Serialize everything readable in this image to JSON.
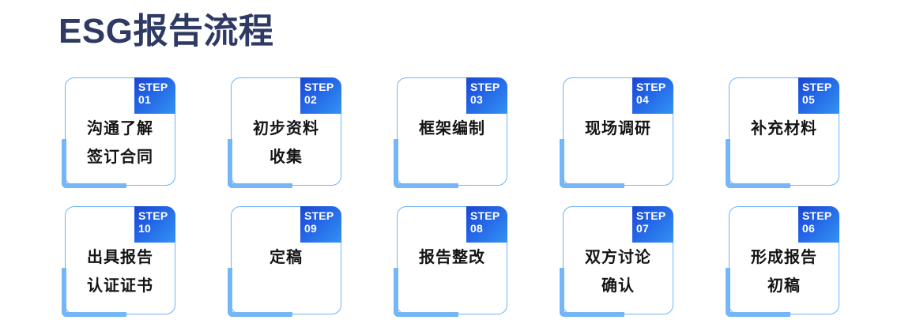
{
  "header": {
    "title": "ESG报告流程",
    "title_color": "#2e3a63"
  },
  "theme": {
    "badge_gradient_start": "#1a47cf",
    "badge_gradient_end": "#3393f3",
    "card_border": "#6fb3f5",
    "card_accent": "#74b6f7",
    "card_background": "#ffffff",
    "label_color": "#141414",
    "page_background": "#ffffff"
  },
  "flow": {
    "badge_word": "STEP",
    "rows": [
      {
        "row_name": "top-row",
        "cards": [
          {
            "step": "01",
            "lines": [
              "沟通了解",
              "签订合同"
            ]
          },
          {
            "step": "02",
            "lines": [
              "初步资料",
              "收集"
            ]
          },
          {
            "step": "03",
            "lines": [
              "框架编制"
            ]
          },
          {
            "step": "04",
            "lines": [
              "现场调研"
            ]
          },
          {
            "step": "05",
            "lines": [
              "补充材料"
            ]
          }
        ]
      },
      {
        "row_name": "bottom-row",
        "cards": [
          {
            "step": "10",
            "lines": [
              "出具报告",
              "认证证书"
            ]
          },
          {
            "step": "09",
            "lines": [
              "定稿"
            ]
          },
          {
            "step": "08",
            "lines": [
              "报告整改"
            ]
          },
          {
            "step": "07",
            "lines": [
              "双方讨论",
              "确认"
            ]
          },
          {
            "step": "06",
            "lines": [
              "形成报告",
              "初稿"
            ]
          }
        ]
      }
    ]
  }
}
